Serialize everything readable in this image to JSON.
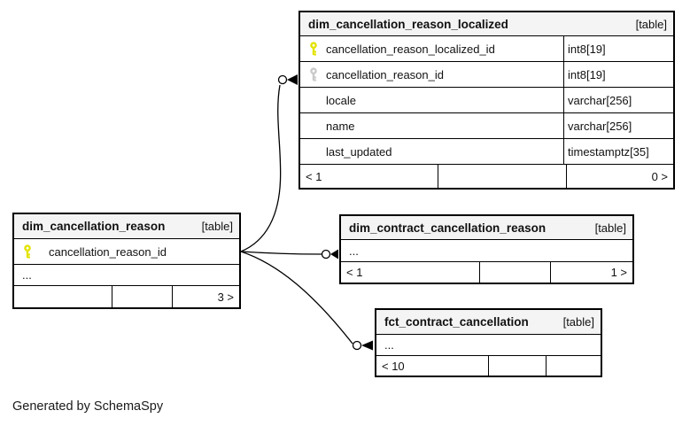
{
  "footer_note": "Generated by SchemaSpy",
  "colors": {
    "primary_key_icon": "#e3e300",
    "foreign_key_icon": "#c9c9c9",
    "table_header_bg": "#f4f4f4",
    "border": "#000000"
  },
  "tables": [
    {
      "name": "dim_cancellation_reason_localized",
      "badge": "[table]",
      "columns": [
        {
          "name": "cancellation_reason_localized_id",
          "type": "int8[19]",
          "key": "primary"
        },
        {
          "name": "cancellation_reason_id",
          "type": "int8[19]",
          "key": "foreign"
        },
        {
          "name": "locale",
          "type": "varchar[256]",
          "key": "none"
        },
        {
          "name": "name",
          "type": "varchar[256]",
          "key": "none"
        },
        {
          "name": "last_updated",
          "type": "timestamptz[35]",
          "key": "none"
        }
      ],
      "footer": {
        "left": "< 1",
        "middle": "",
        "right": "0 >"
      }
    },
    {
      "name": "dim_cancellation_reason",
      "badge": "[table]",
      "columns": [
        {
          "name": "cancellation_reason_id",
          "type": "",
          "key": "primary"
        },
        {
          "name": "...",
          "type": "",
          "key": "none"
        }
      ],
      "footer": {
        "left": "",
        "middle": "",
        "right": "3 >"
      }
    },
    {
      "name": "dim_contract_cancellation_reason",
      "badge": "[table]",
      "columns": [
        {
          "name": "...",
          "type": "",
          "key": "none"
        }
      ],
      "footer": {
        "left": "< 1",
        "middle": "",
        "right": "1 >"
      }
    },
    {
      "name": "fct_contract_cancellation",
      "badge": "[table]",
      "columns": [
        {
          "name": "...",
          "type": "",
          "key": "none"
        }
      ],
      "footer": {
        "left": "< 10",
        "middle": "",
        "right": ""
      }
    }
  ],
  "relationships": [
    {
      "from": "dim_cancellation_reason",
      "to": "dim_cancellation_reason_localized.cancellation_reason_id"
    },
    {
      "from": "dim_cancellation_reason",
      "to": "dim_contract_cancellation_reason"
    },
    {
      "from": "dim_cancellation_reason",
      "to": "fct_contract_cancellation"
    }
  ]
}
